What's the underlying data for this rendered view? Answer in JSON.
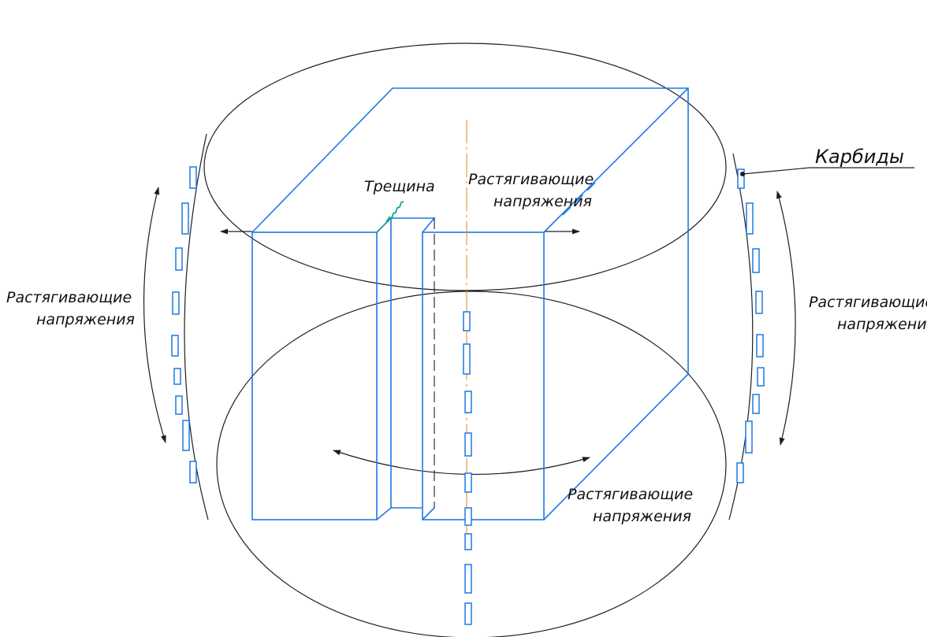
{
  "labels": {
    "crack": "Трещина",
    "tension": "Растягивающие",
    "stress": "напряжения",
    "carbides": "Карбиды"
  },
  "colors": {
    "outline": "#1e1e1e",
    "specimen": "#1e78e6",
    "axis": "#e8913a",
    "crack": "#1aa39a"
  }
}
